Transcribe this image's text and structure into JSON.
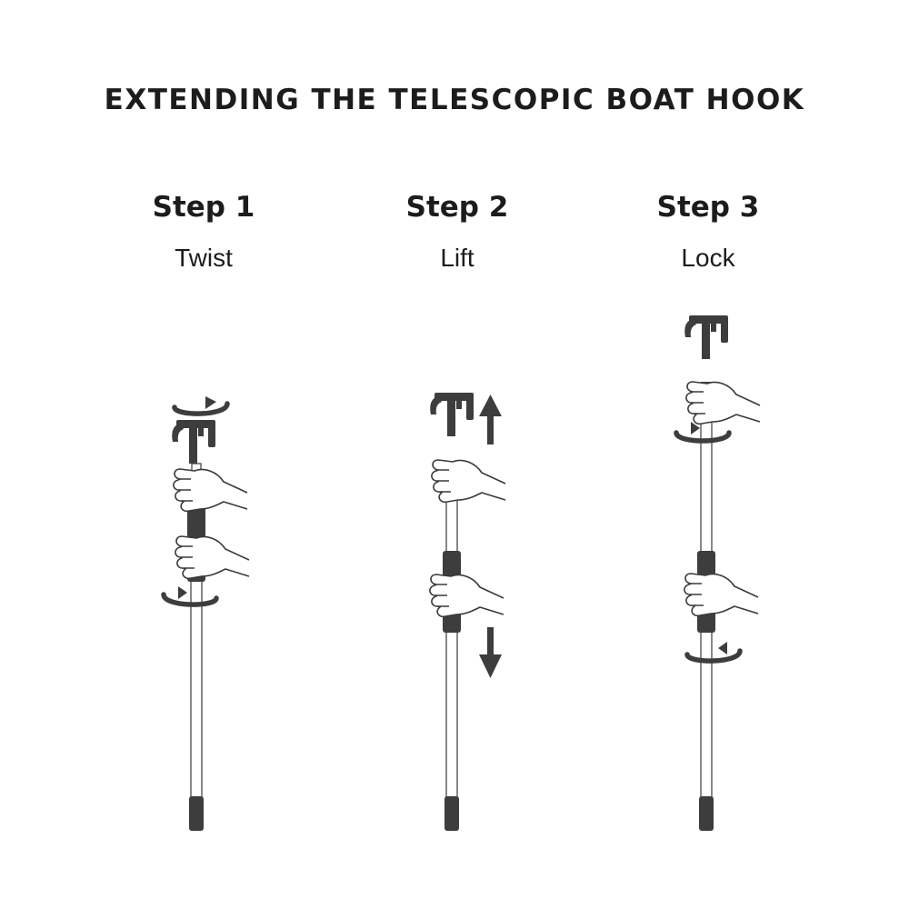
{
  "title": "EXTENDING THE TELESCOPIC BOAT HOOK",
  "steps": [
    {
      "heading": "Step 1",
      "action": "Twist"
    },
    {
      "heading": "Step 2",
      "action": "Lift"
    },
    {
      "heading": "Step 3",
      "action": "Lock"
    }
  ],
  "colors": {
    "text": "#1c1c1c",
    "hardware": "#3d3d3d",
    "pole_outline": "#555555",
    "background": "#ffffff"
  }
}
